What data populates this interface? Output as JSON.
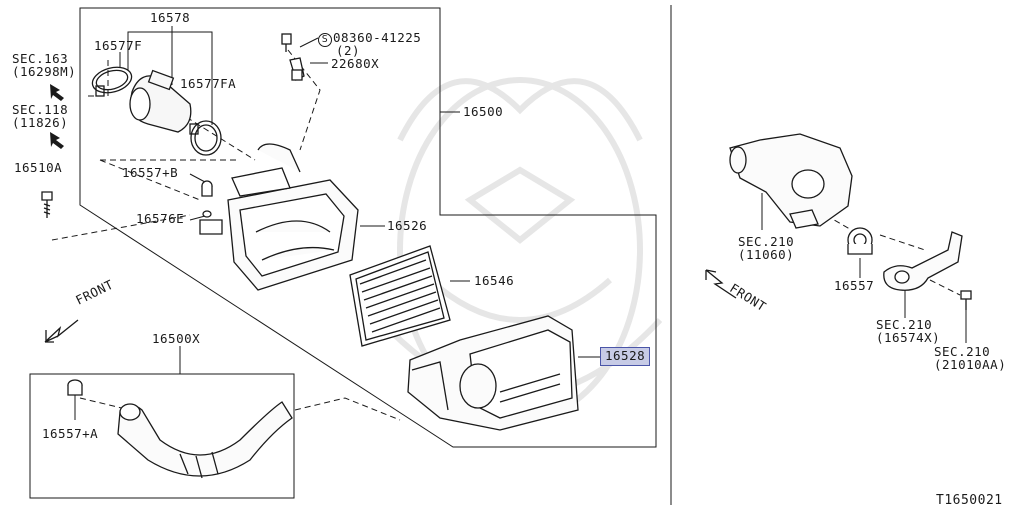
{
  "diagram_code": "T1650021",
  "labels": {
    "p16578": "16578",
    "p16577F": "16577F",
    "p16577FA": "16577FA",
    "screw_code": "08360-41225",
    "screw_symbol": "S",
    "screw_qty": "(2)",
    "p22680X": "22680X",
    "sec163_a": "SEC.163",
    "sec163_b": "(16298M)",
    "sec118_a": "SEC.118",
    "sec118_b": "(11826)",
    "p16510A": "16510A",
    "p16500": "16500",
    "p16557B": "16557+B",
    "p16576E": "16576E",
    "p16526": "16526",
    "p16546": "16546",
    "p16528": "16528",
    "front_left": "FRONT",
    "front_right": "FRONT",
    "p16500X": "16500X",
    "p16557A": "16557+A",
    "sec210_a1": "SEC.210",
    "sec210_a2": "(11060)",
    "p16557": "16557",
    "sec210_b1": "SEC.210",
    "sec210_b2": "(16574X)",
    "sec210_c1": "SEC.210",
    "sec210_c2": "(21010AA)"
  },
  "highlighted_part": "16528",
  "colors": {
    "line": "#1a1a1a",
    "highlight_fill": "#c7cbe6",
    "highlight_border": "#4a55a8",
    "watermark": "#e3e3e3"
  }
}
